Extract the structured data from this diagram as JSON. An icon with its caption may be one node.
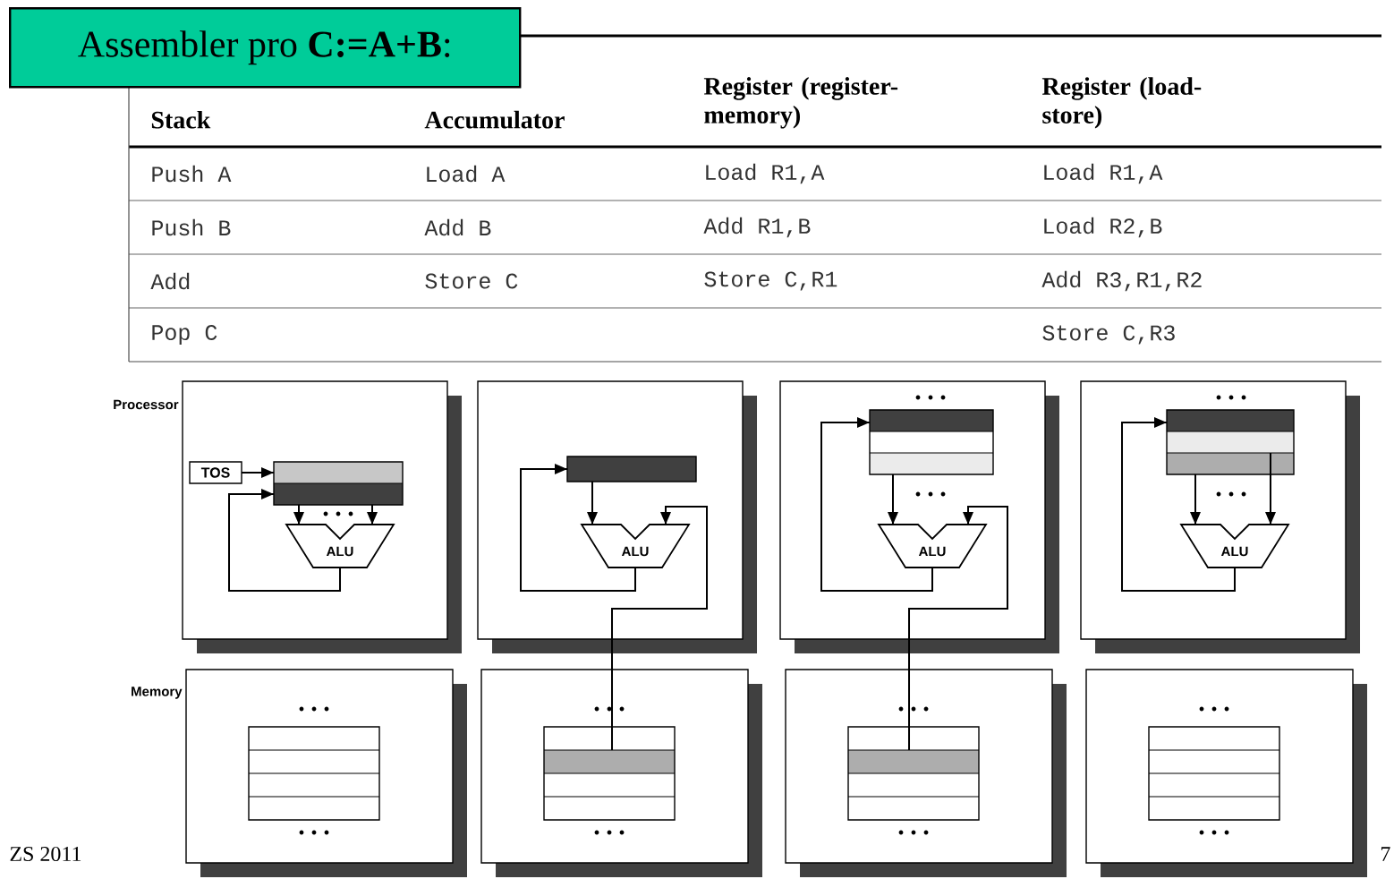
{
  "diagram": {
    "title": "Assembler pro **C:=A+B**:",
    "nodes": [
      {
        "text": [],
        "shape": "box",
        "beside": [
          "Processor"
        ]
      },
      {
        "text": [
          "TOS"
        ],
        "in": 0
      },
      {
        "text": [],
        "shape": "box",
        "in": 0
      },
      {
        "text": [
          "ALU"
        ],
        "in": 0
      },
      {
        "text": [],
        "shape": "box"
      },
      {
        "text": [],
        "shape": "box",
        "in": 4
      },
      {
        "text": [
          "ALU"
        ],
        "in": 4
      },
      {
        "text": [],
        "shape": "box"
      },
      {
        "text": [],
        "shape": "box",
        "in": 7
      },
      {
        "text": [
          "ALU"
        ],
        "in": 7
      },
      {
        "text": [],
        "shape": "box"
      },
      {
        "text": [],
        "shape": "box",
        "in": 10
      },
      {
        "text": [
          "ALU"
        ],
        "in": 10
      },
      {
        "text": [],
        "shape": "box",
        "beside": [
          "Memory"
        ]
      },
      {
        "text": [],
        "shape": "box",
        "in": 13
      },
      {
        "text": [],
        "shape": "box"
      },
      {
        "text": [],
        "shape": "box",
        "in": 15
      },
      {
        "text": [],
        "shape": "box"
      },
      {
        "text": [],
        "shape": "box",
        "in": 17
      },
      {
        "text": [],
        "shape": "box"
      },
      {
        "text": [],
        "shape": "box",
        "in": 19
      }
    ],
    "edges": [
      {
        "from": 1,
        "to": 2,
        "arrow": "to"
      },
      {
        "from": 2,
        "to": 3,
        "arrow": "to"
      },
      {
        "from": 2,
        "to": 3,
        "arrow": "to"
      },
      {
        "from": 3,
        "to": 2,
        "arrow": "to"
      },
      {
        "from": 5,
        "to": 6,
        "arrow": "to"
      },
      {
        "from": 6,
        "to": 5,
        "arrow": "to"
      },
      {
        "from": 16,
        "to": 6,
        "arrow": "to"
      },
      {
        "from": 8,
        "to": 9,
        "arrow": "to"
      },
      {
        "from": 9,
        "to": 8,
        "arrow": "to"
      },
      {
        "from": 18,
        "to": 9,
        "arrow": "to"
      },
      {
        "from": 11,
        "to": 12,
        "arrow": "to"
      },
      {
        "from": 11,
        "to": 12,
        "arrow": "to"
      },
      {
        "from": 12,
        "to": 11,
        "arrow": "to"
      }
    ],
    "labels": [
      "Stack",
      "Accumulator",
      "Register (register-memory)",
      "Register (load-store)",
      "Push A",
      "Load A",
      "Load R1,A",
      "Load R1,A",
      "Push B",
      "Add B",
      "Add R1,B",
      "Load R2,B",
      "Add",
      "Store C",
      "Store C,R1",
      "Add R3,R1,R2",
      "Pop C",
      "Store C,R3",
      "ZS 2011",
      "7"
    ]
  }
}
